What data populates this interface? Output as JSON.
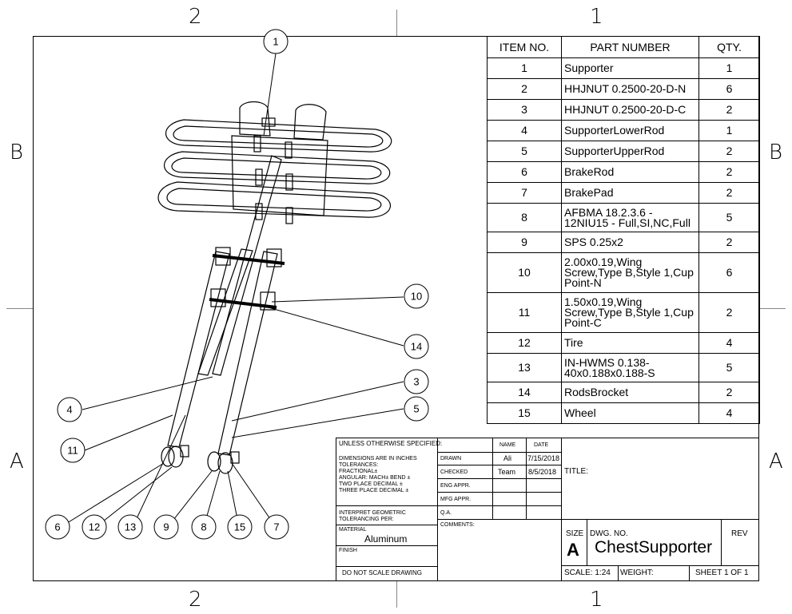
{
  "zones": {
    "top_left": "2",
    "top_right": "1",
    "bottom_left": "2",
    "bottom_right": "1",
    "left_upper": "B",
    "left_lower": "A",
    "right_upper": "B",
    "right_lower": "A"
  },
  "bom": {
    "headers": [
      "ITEM NO.",
      "PART NUMBER",
      "QTY."
    ],
    "rows": [
      {
        "item": "1",
        "part": "Supporter",
        "qty": "1"
      },
      {
        "item": "2",
        "part": "HHJNUT 0.2500-20-D-N",
        "qty": "6"
      },
      {
        "item": "3",
        "part": "HHJNUT 0.2500-20-D-C",
        "qty": "2"
      },
      {
        "item": "4",
        "part": "SupporterLowerRod",
        "qty": "1"
      },
      {
        "item": "5",
        "part": "SupporterUpperRod",
        "qty": "2"
      },
      {
        "item": "6",
        "part": "BrakeRod",
        "qty": "2"
      },
      {
        "item": "7",
        "part": "BrakePad",
        "qty": "2"
      },
      {
        "item": "8",
        "part": "AFBMA 18.2.3.6 - 12NIU15 - Full,SI,NC,Full",
        "qty": "5"
      },
      {
        "item": "9",
        "part": "SPS 0.25x2",
        "qty": "2"
      },
      {
        "item": "10",
        "part": "2.00x0.19,Wing Screw,Type B,Style 1,Cup Point-N",
        "qty": "6"
      },
      {
        "item": "11",
        "part": "1.50x0.19,Wing Screw,Type B,Style 1,Cup Point-C",
        "qty": "2"
      },
      {
        "item": "12",
        "part": "Tire",
        "qty": "4"
      },
      {
        "item": "13",
        "part": "IN-HWMS 0.138-40x0.188x0.188-S",
        "qty": "5"
      },
      {
        "item": "14",
        "part": "RodsBrocket",
        "qty": "2"
      },
      {
        "item": "15",
        "part": "Wheel",
        "qty": "4"
      }
    ]
  },
  "balloons": [
    "1",
    "10",
    "14",
    "4",
    "3",
    "5",
    "11",
    "6",
    "12",
    "13",
    "9",
    "8",
    "15",
    "7"
  ],
  "title_block": {
    "unless_specified": "UNLESS OTHERWISE SPECIFIED:",
    "dimensions": "DIMENSIONS ARE IN INCHES",
    "tolerances": "TOLERANCES:",
    "fractional": "FRACTIONAL±",
    "angular": "ANGULAR: MACH±    BEND ±",
    "two_place": "TWO PLACE DECIMAL   ±",
    "three_place": "THREE PLACE DECIMAL  ±",
    "interpret": "INTERPRET GEOMETRIC",
    "tolerancing": "TOLERANCING PER:",
    "material_label": "MATERIAL",
    "material": "Aluminum",
    "finish": "FINISH",
    "do_not_scale": "DO NOT SCALE DRAWING",
    "name_header": "NAME",
    "date_header": "DATE",
    "drawn": "DRAWN",
    "drawn_name": "Ali",
    "drawn_date": "7/15/2018",
    "checked": "CHECKED",
    "checked_name": "Team",
    "checked_date": "8/5/2018",
    "eng_appr": "ENG APPR.",
    "mfg_appr": "MFG APPR.",
    "qa": "Q.A.",
    "comments": "COMMENTS:",
    "title_label": "TITLE:",
    "size_label": "SIZE",
    "size": "A",
    "dwg_no_label": "DWG. NO.",
    "dwg_no": "ChestSupporter",
    "rev_label": "REV",
    "scale": "SCALE: 1:24",
    "weight": "WEIGHT:",
    "sheet": "SHEET 1 OF 1"
  }
}
